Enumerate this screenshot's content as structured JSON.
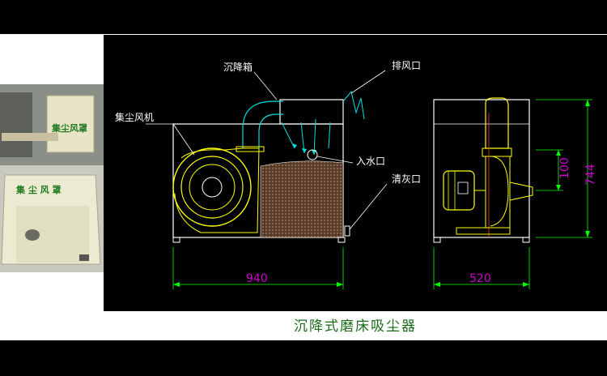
{
  "photo": {
    "label_top": "集尘风罩",
    "label_bottom": "集 尘 风 罩"
  },
  "labels": {
    "sediment_tank": "沉降箱",
    "exhaust_port": "排风口",
    "fan": "集尘风机",
    "water_inlet": "入水口",
    "sludge_outlet": "清灰口"
  },
  "dimensions": {
    "length": "940",
    "width": "520",
    "height": "744",
    "inlet_height": "100"
  },
  "caption": "沉降式磨床吸尘器",
  "colors": {
    "outline": "#ffffff",
    "fan": "#ffff00",
    "flow": "#00e0e0",
    "dimension": "#00ff00",
    "dim_text": "#d000d0",
    "caption": "#1a6a1a"
  }
}
